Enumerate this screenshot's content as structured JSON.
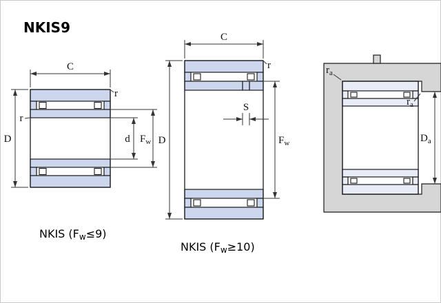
{
  "title": "NKIS9",
  "colors": {
    "ring-fill": "#ccd7ee",
    "ring-fill-light": "#e7ecf7",
    "housing-fill": "#d6d6d6",
    "line": "#1c1c1c",
    "dim": "#333333"
  },
  "sym": {
    "C": "C",
    "r": "r",
    "D": "D",
    "d": "d",
    "S": "S",
    "F": "F",
    "w": "w",
    "a": "a"
  },
  "captions": {
    "left": {
      "pre": "NKIS (F",
      "sub": "w",
      "post": "≤9)"
    },
    "middle": {
      "pre": "NKIS (F",
      "sub": "w",
      "post": "≥10)"
    }
  }
}
